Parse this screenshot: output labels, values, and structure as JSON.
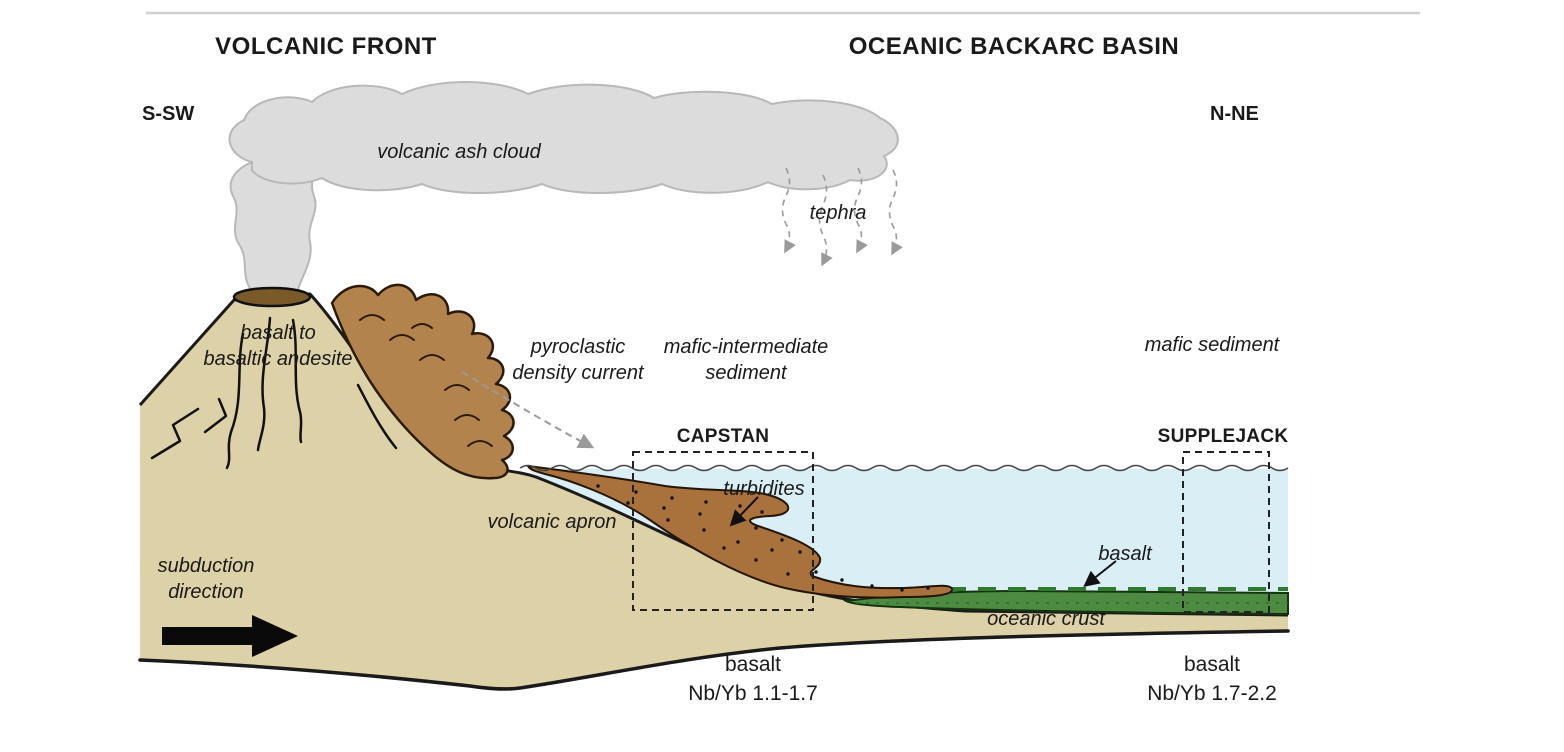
{
  "titles": {
    "volcanic_front": "VOLCANIC FRONT",
    "oceanic_backarc": "OCEANIC BACKARC BASIN"
  },
  "compass": {
    "left": "S-SW",
    "right": "N-NE"
  },
  "cloud": {
    "ash_cloud": "volcanic ash cloud",
    "tephra": "tephra"
  },
  "volcano": {
    "rock_line1": "basalt to",
    "rock_line2": "basaltic andesite"
  },
  "slope": {
    "pyroclastic_line1": "pyroclastic",
    "pyroclastic_line2": "density current",
    "apron": "volcanic apron",
    "turbidites": "turbidites"
  },
  "basin": {
    "mafic_int_line1": "mafic-intermediate",
    "mafic_int_line2": "sediment",
    "mafic_sediment": "mafic sediment",
    "basalt": "basalt",
    "oceanic_crust": "oceanic crust"
  },
  "sites": {
    "capstan": "CAPSTAN",
    "supplejack": "SUPPLEJACK"
  },
  "subduction": {
    "line1": "subduction",
    "line2": "direction"
  },
  "geochem": {
    "capstan_rock": "basalt",
    "capstan_ratio": "Nb/Yb 1.1-1.7",
    "supplejack_rock": "basalt",
    "supplejack_ratio": "Nb/Yb 1.7-2.2"
  },
  "colors": {
    "land": "#ddd1a7",
    "water": "#d9eef5",
    "ash_cloud": "#dcdcdc",
    "apron": "#a9713c",
    "flank_lobes": "#b3834e",
    "basalt_layer": "#4e8b42",
    "crater": "#7a5a28"
  }
}
